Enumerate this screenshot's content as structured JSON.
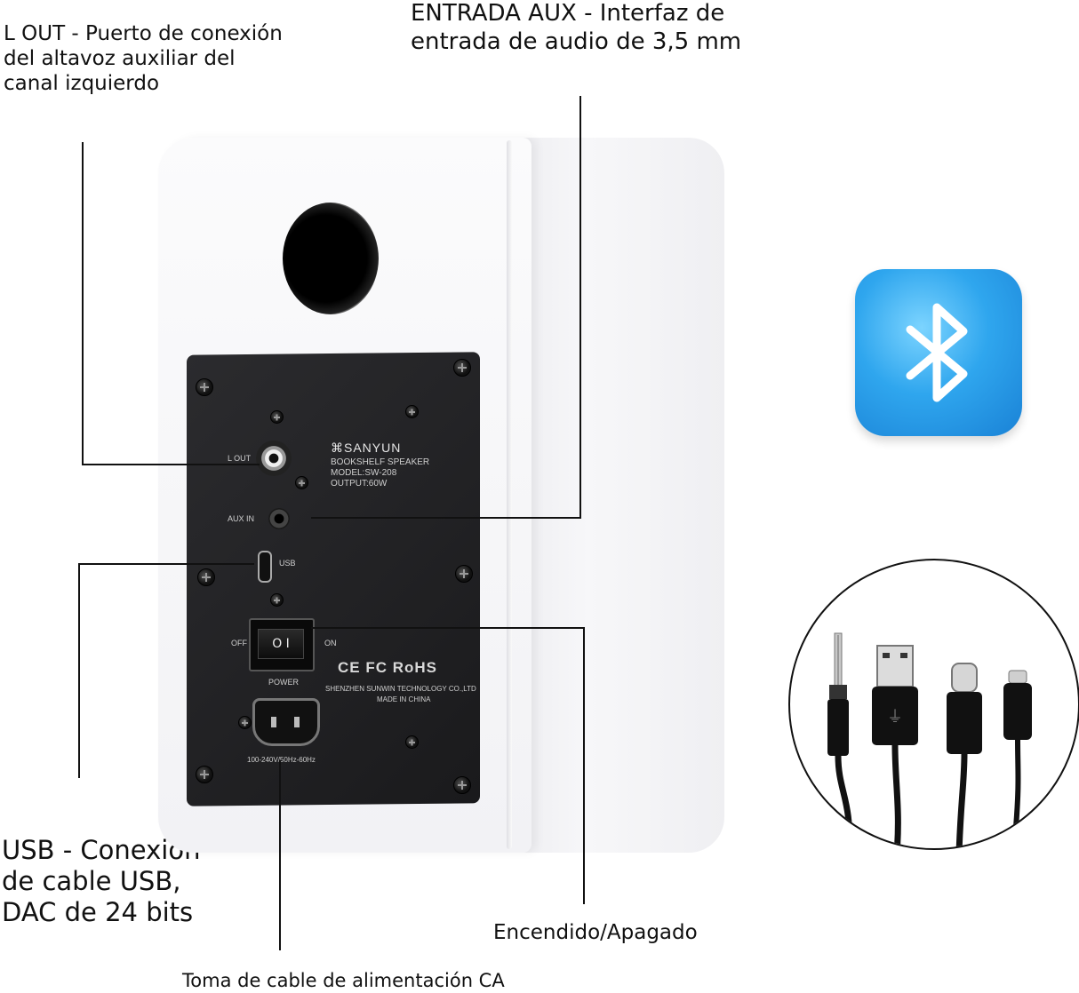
{
  "callouts": {
    "l_out": "L OUT - Puerto de conexión\ndel altavoz auxiliar del\ncanal izquierdo",
    "aux_in": "ENTRADA AUX - Interfaz de\nentrada de audio de 3,5 mm",
    "usb": "USB - Conexión\nde cable USB,\nDAC de 24 bits",
    "power": "Encendido/Apagado",
    "ac": "Toma de cable de alimentación CA"
  },
  "panel": {
    "brand": "⌘SANYUN",
    "product": "BOOKSHELF SPEAKER",
    "model": "MODEL:SW-208",
    "output": "OUTPUT:60W",
    "l_out_label": "L  OUT",
    "aux_in_label": "AUX IN",
    "usb_label": "USB",
    "off_label": "OFF",
    "on_label": "ON",
    "power_label": "POWER",
    "certifications": "CE FC RoHS",
    "manufacturer": "SHENZHEN SUNWIN TECHNOLOGY CO.,LTD",
    "origin": "MADE IN CHINA",
    "voltage": "100-240V/50Hz-60Hz",
    "switch_symbols": "O  I"
  },
  "icons": {
    "bluetooth": "bluetooth-icon",
    "cables": [
      "aux-3.5mm-cable-icon",
      "usb-a-cable-icon",
      "usb-c-cable-icon",
      "micro-usb-cable-icon"
    ]
  },
  "colors": {
    "bluetooth_tile": "#2fa6ee",
    "panel": "#1f1f21",
    "speaker": "#f5f5f7"
  }
}
